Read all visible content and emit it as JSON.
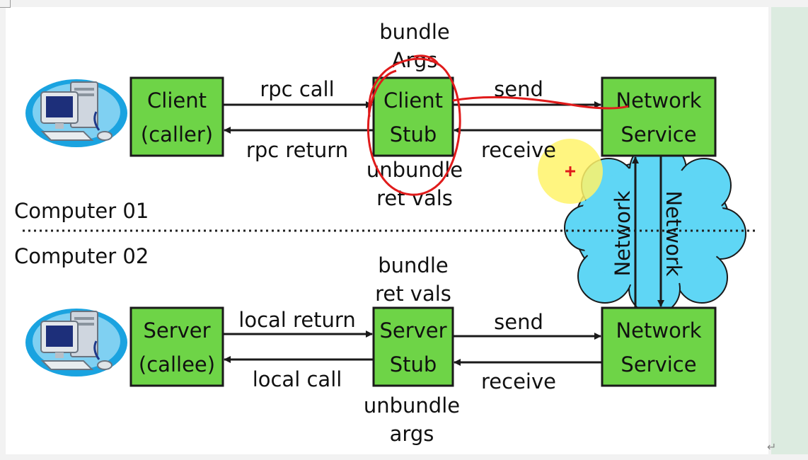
{
  "computer_labels": {
    "top": "Computer 01",
    "bottom": "Computer 02"
  },
  "boxes": {
    "client": [
      "Client",
      "(caller)"
    ],
    "client_stub": [
      "Client",
      "Stub"
    ],
    "network_service_top": [
      "Network",
      "Service"
    ],
    "server": [
      "Server",
      "(callee)"
    ],
    "server_stub": [
      "Server",
      "Stub"
    ],
    "network_service_bottom": [
      "Network",
      "Service"
    ]
  },
  "arrows": {
    "rpc_call": "rpc call",
    "rpc_return": "rpc return",
    "send_top": "send",
    "receive_top": "receive",
    "local_return": "local return",
    "local_call": "local call",
    "send_bottom": "send",
    "receive_bottom": "receive"
  },
  "stub_notes": {
    "client_above": [
      "bundle",
      "Args"
    ],
    "client_below": [
      "unbundle",
      "ret vals"
    ],
    "server_above": [
      "bundle",
      "ret vals"
    ],
    "server_below": [
      "unbundle",
      "args"
    ]
  },
  "network_labels": [
    "Network",
    "Network"
  ],
  "colors": {
    "box": "#6ed447",
    "cloud": "#5fd6f5",
    "annotation": "#e01b1b",
    "cursor_highlight": "#fff36a"
  },
  "icons": {
    "computer": "computer-icon",
    "cursor": "cursor-highlight-icon"
  }
}
